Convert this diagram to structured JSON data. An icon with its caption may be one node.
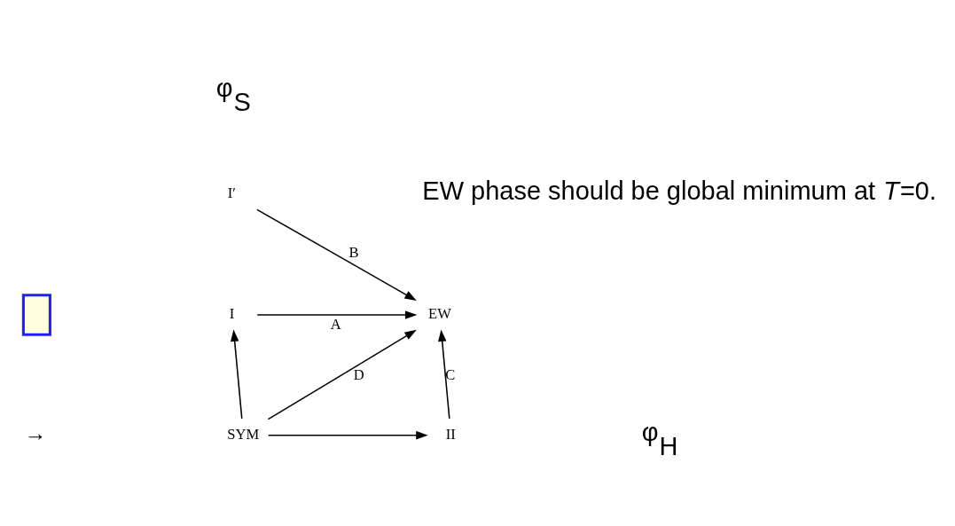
{
  "diagram": {
    "nodes": [
      {
        "text": [
          "I′"
        ]
      },
      {
        "text": [
          "I"
        ]
      },
      {
        "text": [
          "EW"
        ]
      },
      {
        "text": [
          "SYM"
        ]
      },
      {
        "text": [
          "II"
        ]
      },
      {
        "text": [],
        "shape": "box"
      }
    ],
    "edges": [
      {
        "from": 0,
        "to": 2,
        "arrow": "to",
        "label": "B"
      },
      {
        "from": 1,
        "to": 2,
        "arrow": "to",
        "label": "A"
      },
      {
        "from": 4,
        "to": 2,
        "arrow": "to",
        "label": "C"
      },
      {
        "from": 3,
        "to": 2,
        "arrow": "to",
        "label": "D"
      },
      {
        "from": 3,
        "to": 1,
        "arrow": "to"
      },
      {
        "from": 3,
        "to": 4,
        "arrow": "to"
      }
    ],
    "labels": [
      "φ$_{S}$",
      "EW phase should be global minimum at *T*=0.",
      "→",
      "φ$_{H}$"
    ]
  }
}
